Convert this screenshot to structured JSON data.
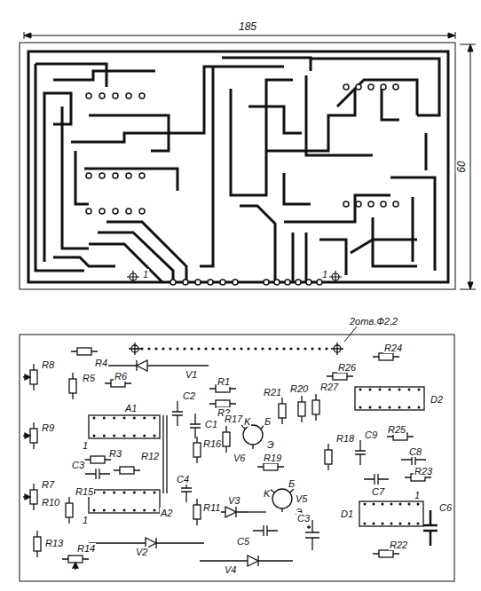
{
  "diagram": {
    "labels": [
      "185",
      "60",
      "1",
      "1",
      "2отв.Ф2,2",
      "R24",
      "R4",
      "V1",
      "R1",
      "R2",
      "R8",
      "R5",
      "R6",
      "A1",
      "C2",
      "R21",
      "R20",
      "R27",
      "R26",
      "D2",
      "R16",
      "C1",
      "R17",
      "K",
      "Б",
      "Э",
      "V6",
      "R19",
      "R18",
      "C9",
      "R25",
      "C8",
      "C7",
      "R23",
      "R9",
      "R3",
      "R12",
      "C3",
      "R7",
      "R10",
      "R15",
      "C4",
      "R11",
      "A2",
      "V3",
      "K",
      "V5",
      "Б",
      "Э",
      "C5",
      "C3",
      "D1",
      "1",
      "C6",
      "R13",
      "R14",
      "V2",
      "V4",
      "R22",
      "1",
      "1"
    ]
  }
}
